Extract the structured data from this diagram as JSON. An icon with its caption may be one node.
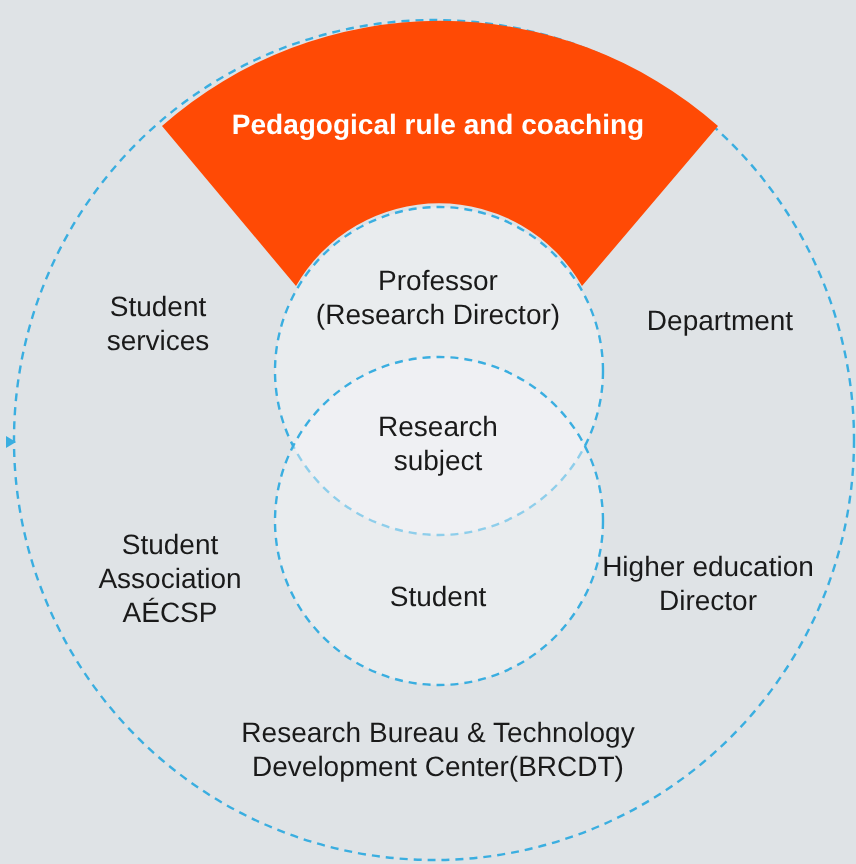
{
  "diagram": {
    "nodes": [
      {
        "text": [
          "Student services",
          "Department",
          "Student Association AÉCSP",
          "Higher education Director",
          "Research Bureau & Technology Development Center(BRCDT)"
        ]
      },
      {
        "text": [
          "Pedagogical rule and coaching"
        ],
        "in": 0
      },
      {
        "text": [
          "Professor (Research Director)"
        ],
        "in": 0
      },
      {
        "text": [
          "Student"
        ],
        "in": 0
      }
    ],
    "labels": [
      "Research subject"
    ]
  }
}
